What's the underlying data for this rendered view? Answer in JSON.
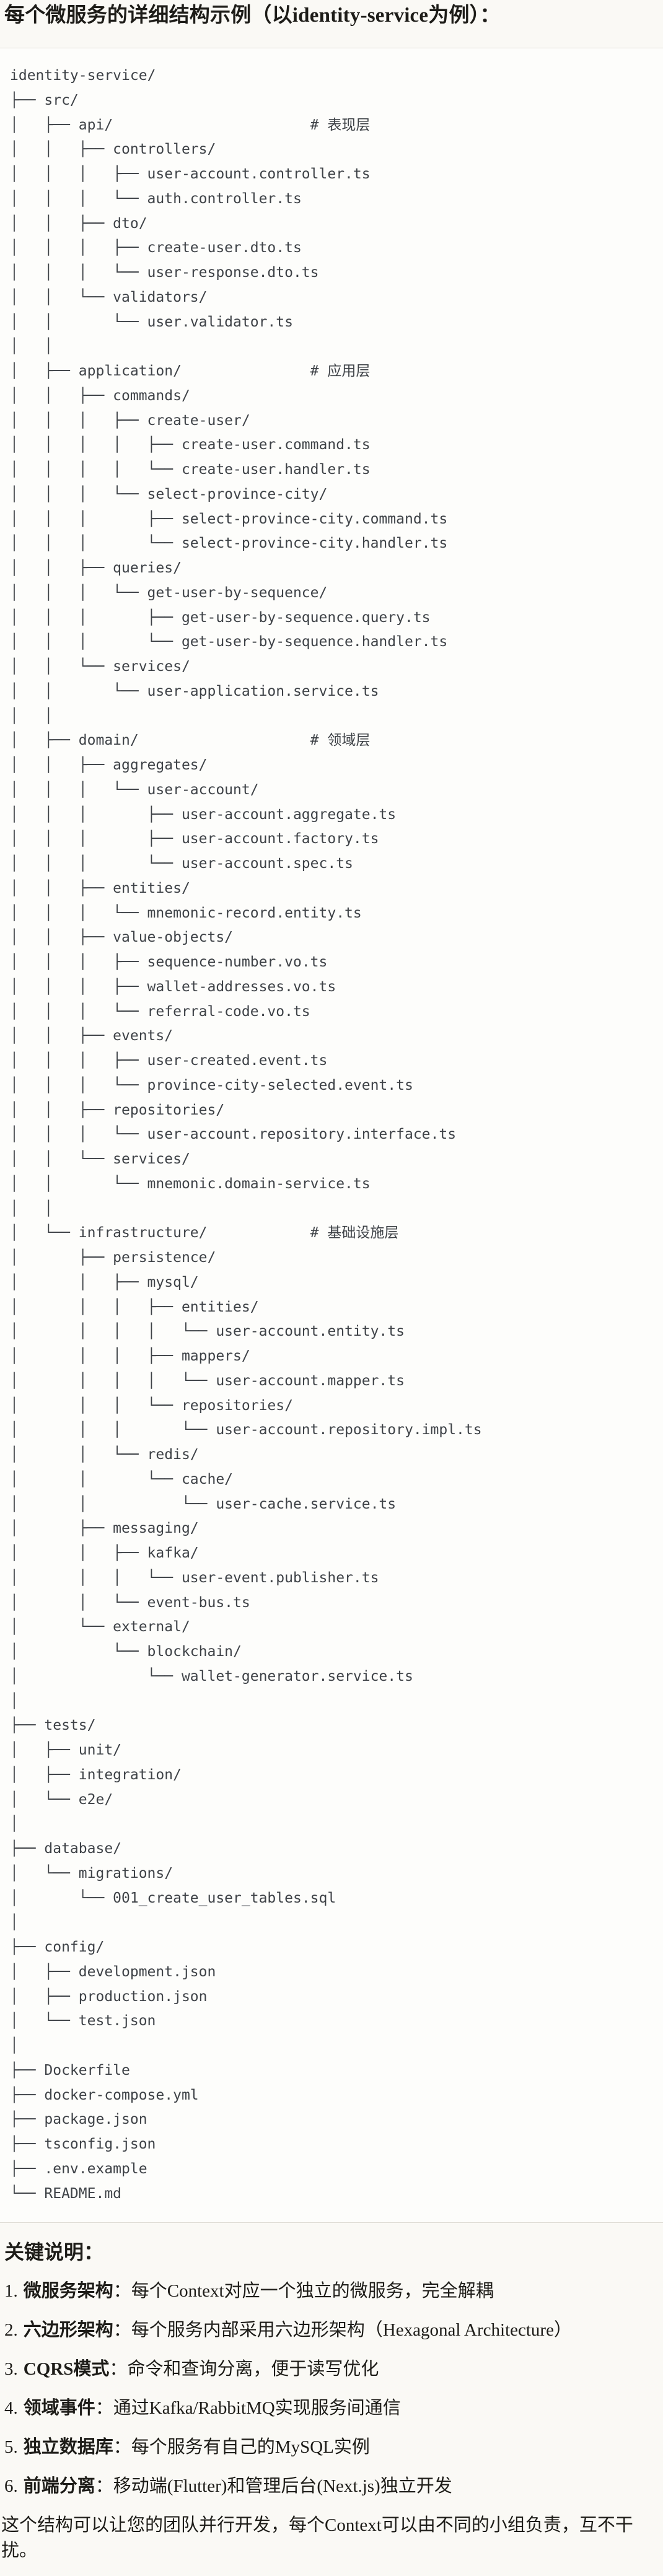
{
  "page": {
    "title": "每个微服务的详细结构示例（以identity-service为例）："
  },
  "tree": {
    "root": "identity-service/",
    "layer_comments": [
      "# 表现层",
      "# 应用层",
      "# 领域层",
      "# 基础设施层"
    ],
    "lines": [
      "identity-service/",
      "├── src/",
      "│   ├── api/                       # 表现层",
      "│   │   ├── controllers/",
      "│   │   │   ├── user-account.controller.ts",
      "│   │   │   └── auth.controller.ts",
      "│   │   ├── dto/",
      "│   │   │   ├── create-user.dto.ts",
      "│   │   │   └── user-response.dto.ts",
      "│   │   └── validators/",
      "│   │       └── user.validator.ts",
      "│   │",
      "│   ├── application/               # 应用层",
      "│   │   ├── commands/",
      "│   │   │   ├── create-user/",
      "│   │   │   │   ├── create-user.command.ts",
      "│   │   │   │   └── create-user.handler.ts",
      "│   │   │   └── select-province-city/",
      "│   │   │       ├── select-province-city.command.ts",
      "│   │   │       └── select-province-city.handler.ts",
      "│   │   ├── queries/",
      "│   │   │   └── get-user-by-sequence/",
      "│   │   │       ├── get-user-by-sequence.query.ts",
      "│   │   │       └── get-user-by-sequence.handler.ts",
      "│   │   └── services/",
      "│   │       └── user-application.service.ts",
      "│   │",
      "│   ├── domain/                    # 领域层",
      "│   │   ├── aggregates/",
      "│   │   │   └── user-account/",
      "│   │   │       ├── user-account.aggregate.ts",
      "│   │   │       ├── user-account.factory.ts",
      "│   │   │       └── user-account.spec.ts",
      "│   │   ├── entities/",
      "│   │   │   └── mnemonic-record.entity.ts",
      "│   │   ├── value-objects/",
      "│   │   │   ├── sequence-number.vo.ts",
      "│   │   │   ├── wallet-addresses.vo.ts",
      "│   │   │   └── referral-code.vo.ts",
      "│   │   ├── events/",
      "│   │   │   ├── user-created.event.ts",
      "│   │   │   └── province-city-selected.event.ts",
      "│   │   ├── repositories/",
      "│   │   │   └── user-account.repository.interface.ts",
      "│   │   └── services/",
      "│   │       └── mnemonic.domain-service.ts",
      "│   │",
      "│   └── infrastructure/            # 基础设施层",
      "│       ├── persistence/",
      "│       │   ├── mysql/",
      "│       │   │   ├── entities/",
      "│       │   │   │   └── user-account.entity.ts",
      "│       │   │   ├── mappers/",
      "│       │   │   │   └── user-account.mapper.ts",
      "│       │   │   └── repositories/",
      "│       │   │       └── user-account.repository.impl.ts",
      "│       │   └── redis/",
      "│       │       └── cache/",
      "│       │           └── user-cache.service.ts",
      "│       ├── messaging/",
      "│       │   ├── kafka/",
      "│       │   │   └── user-event.publisher.ts",
      "│       │   └── event-bus.ts",
      "│       └── external/",
      "│           └── blockchain/",
      "│               └── wallet-generator.service.ts",
      "│",
      "├── tests/",
      "│   ├── unit/",
      "│   ├── integration/",
      "│   └── e2e/",
      "│",
      "├── database/",
      "│   └── migrations/",
      "│       └── 001_create_user_tables.sql",
      "│",
      "├── config/",
      "│   ├── development.json",
      "│   ├── production.json",
      "│   └── test.json",
      "│",
      "├── Dockerfile",
      "├── docker-compose.yml",
      "├── package.json",
      "├── tsconfig.json",
      "├── .env.example",
      "└── README.md"
    ]
  },
  "key_notes": {
    "heading": "关键说明：",
    "items": [
      {
        "number": "1.",
        "term": "微服务架构",
        "separator": "：",
        "description": "每个Context对应一个独立的微服务，完全解耦"
      },
      {
        "number": "2.",
        "term": "六边形架构",
        "separator": "：",
        "description": "每个服务内部采用六边形架构（Hexagonal Architecture）"
      },
      {
        "number": "3.",
        "term": "CQRS模式",
        "separator": "：",
        "description": "命令和查询分离，便于读写优化"
      },
      {
        "number": "4.",
        "term": "领域事件",
        "separator": "：",
        "description": "通过Kafka/RabbitMQ实现服务间通信"
      },
      {
        "number": "5.",
        "term": "独立数据库",
        "separator": "：",
        "description": "每个服务有自己的MySQL实例"
      },
      {
        "number": "6.",
        "term": "前端分离",
        "separator": "：",
        "description": "移动端(Flutter)和管理后台(Next.js)独立开发"
      }
    ]
  },
  "footer": {
    "text": "这个结构可以让您的团队并行开发，每个Context可以由不同的小组负责，互不干扰。"
  },
  "colors": {
    "background": "#FAF9F5",
    "code_background": "#FDFDFB",
    "code_border": "#DFDCD5",
    "code_text": "#3E4247",
    "body_text": "#1D1C18"
  }
}
